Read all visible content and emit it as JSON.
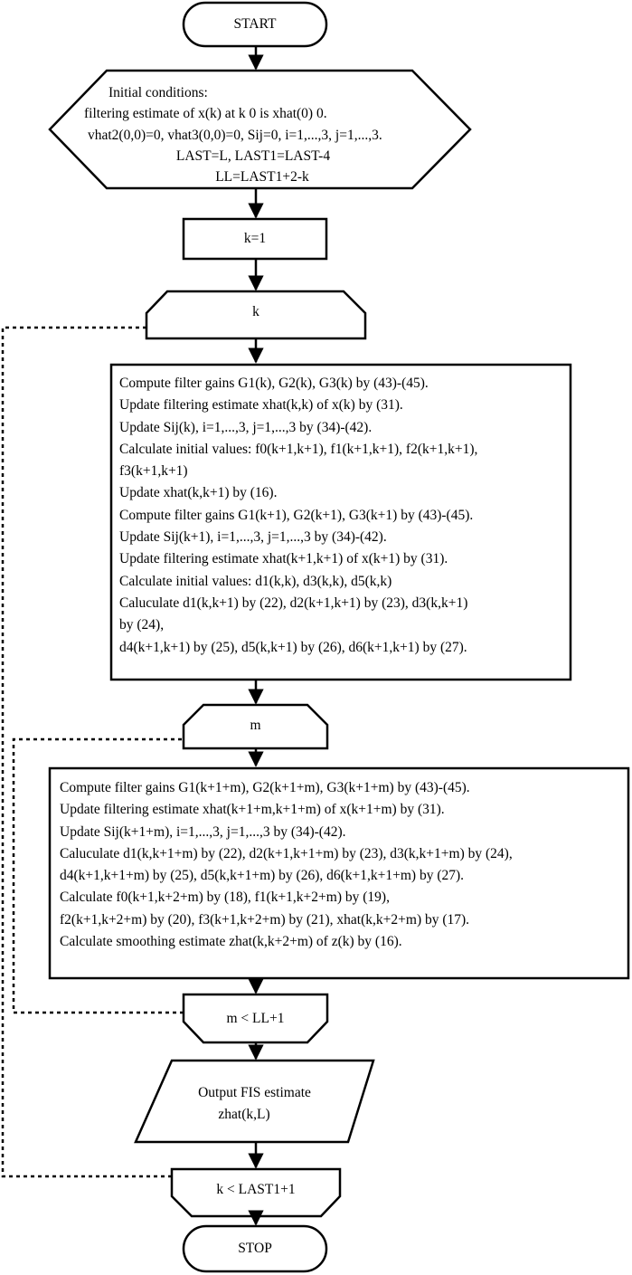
{
  "start": "START",
  "stop": "STOP",
  "initial": {
    "lines": [
      "Initial conditions:",
      "filtering estimate of x(k) at k  0 is xhat(0)  0.",
      "vhat2(0,0)=0, vhat3(0,0)=0, Sij=0, i=1,...,3, j=1,...,3.",
      "LAST=L, LAST1=LAST-4",
      "LL=LAST1+2-k"
    ]
  },
  "k_init": "k=1",
  "loop_k": "k",
  "block1": {
    "lines": [
      "Compute filter gains   G1(k), G2(k), G3(k) by (43)-(45).",
      "Update filtering estimate xhat(k,k) of x(k) by (31).",
      "Update Sij(k), i=1,...,3, j=1,...,3  by (34)-(42).",
      "Calculate initial values: f0(k+1,k+1), f1(k+1,k+1), f2(k+1,k+1),",
      "f3(k+1,k+1)",
      "Update xhat(k,k+1) by (16).",
      "Compute filter gains   G1(k+1), G2(k+1), G3(k+1) by (43)-(45).",
      "Update Sij(k+1), i=1,...,3, j=1,...,3  by (34)-(42).",
      "Update filtering estimate xhat(k+1,k+1) of x(k+1) by (31).",
      "Calculate initial values: d1(k,k), d3(k,k), d5(k,k)",
      "Caluculate d1(k,k+1) by (22), d2(k+1,k+1) by (23), d3(k,k+1)",
      "by (24),",
      "d4(k+1,k+1) by (25), d5(k,k+1) by (26), d6(k+1,k+1) by (27)."
    ]
  },
  "loop_m": "m",
  "block2": {
    "lines": [
      "Compute filter gains   G1(k+1+m), G2(k+1+m), G3(k+1+m) by (43)-(45).",
      "Update filtering estimate xhat(k+1+m,k+1+m) of x(k+1+m) by (31).",
      "Update Sij(k+1+m), i=1,...,3, j=1,...,3  by (34)-(42).",
      "Caluculate d1(k,k+1+m) by (22), d2(k+1,k+1+m) by (23), d3(k,k+1+m) by (24),",
      "d4(k+1,k+1+m) by (25), d5(k,k+1+m) by (26), d6(k+1,k+1+m) by (27).",
      "Calculate f0(k+1,k+2+m) by (18), f1(k+1,k+2+m) by (19),",
      "f2(k+1,k+2+m) by (20), f3(k+1,k+2+m) by (21), xhat(k,k+2+m) by (17).",
      "Calculate smoothing estimate zhat(k,k+2+m) of z(k) by (16)."
    ]
  },
  "loop_m_end": "m < LL+1",
  "output": {
    "lines": [
      "Output FIS estimate",
      "zhat(k,L)"
    ]
  },
  "loop_k_end": "k < LAST1+1",
  "colors": {
    "stroke": "#000000",
    "background": "#ffffff"
  }
}
